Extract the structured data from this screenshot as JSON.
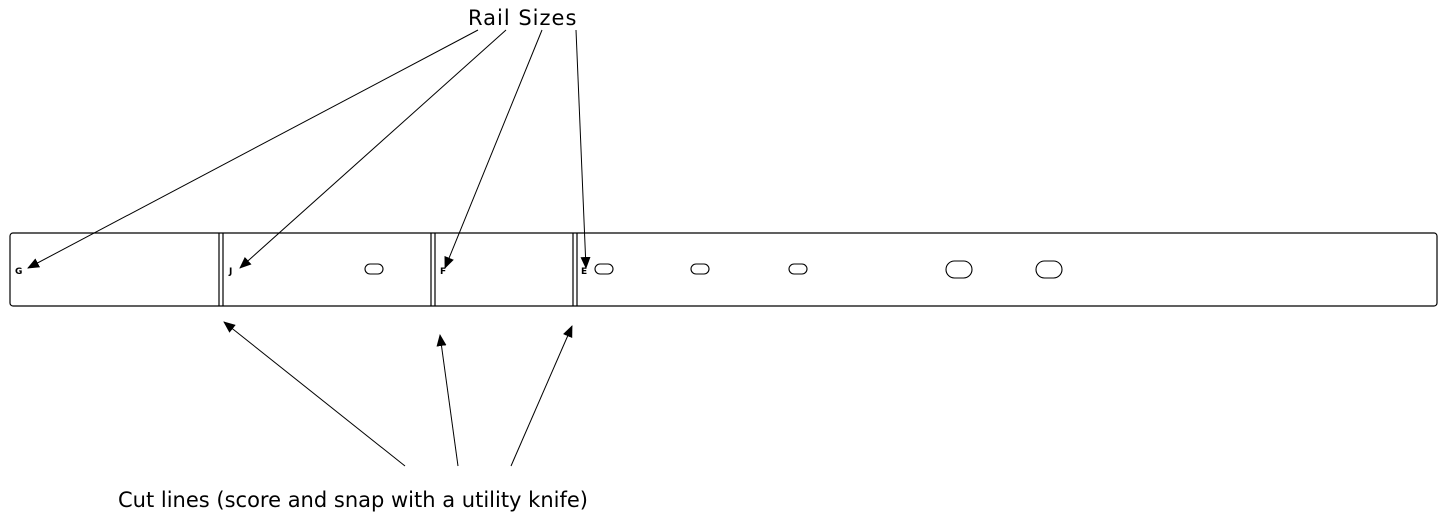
{
  "callouts": {
    "top_label": "Rail Sizes",
    "bottom_label": "Cut lines (score and snap with a utility knife)"
  },
  "rail": {
    "segments": [
      {
        "letter": "G"
      },
      {
        "letter": "J"
      },
      {
        "letter": "F"
      },
      {
        "letter": "E"
      }
    ]
  },
  "colors": {
    "stroke": "#000000",
    "background": "#ffffff"
  }
}
